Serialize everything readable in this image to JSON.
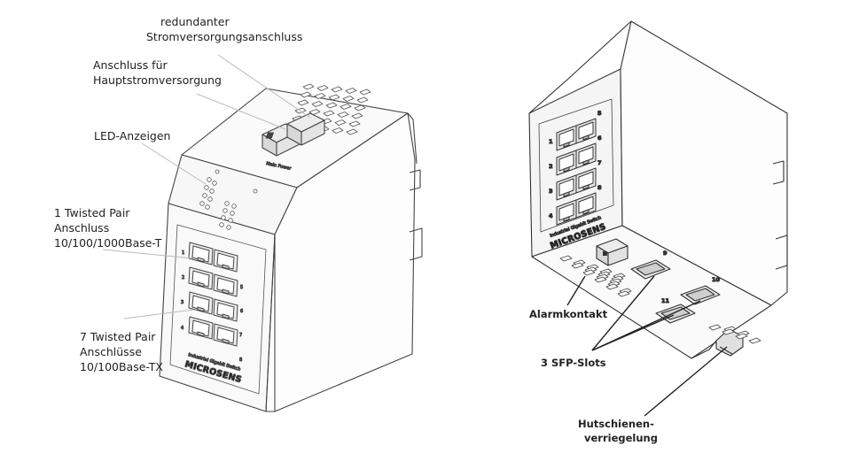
{
  "left_device": {
    "labels": {
      "redundant_power_line1": "redundanter",
      "redundant_power_line2": "Stromversorgungsanschluss",
      "main_power_line1": "Anschluss für",
      "main_power_line2": "Hauptstromversorgung",
      "led": "LED-Anzeigen",
      "tp1_line1": "1 Twisted Pair",
      "tp1_line2": "Anschluss",
      "tp1_line3": "10/100/1000Base-T",
      "tp7_line1": "7 Twisted Pair",
      "tp7_line2": "Anschlüsse",
      "tp7_line3": "10/100Base-TX"
    },
    "brand": "MICROSENS",
    "subtitle": "Industrial Gigabit Switch",
    "port_numbers_left": [
      "1",
      "2",
      "3",
      "4"
    ],
    "port_numbers_right": [
      "5",
      "6",
      "7",
      "8"
    ]
  },
  "right_device": {
    "labels": {
      "alarm": "Alarmkontakt",
      "sfp": "3 SFP-Slots",
      "din_line1": "Hutschienen-",
      "din_line2": "verriegelung"
    },
    "brand": "MICROSENS",
    "subtitle": "Industrial Gigabit Switch",
    "port_numbers_left": [
      "1",
      "2",
      "3",
      "4"
    ],
    "port_numbers_right": [
      "5",
      "6",
      "7",
      "8"
    ],
    "sfp_numbers": [
      "9",
      "10",
      "11"
    ]
  }
}
